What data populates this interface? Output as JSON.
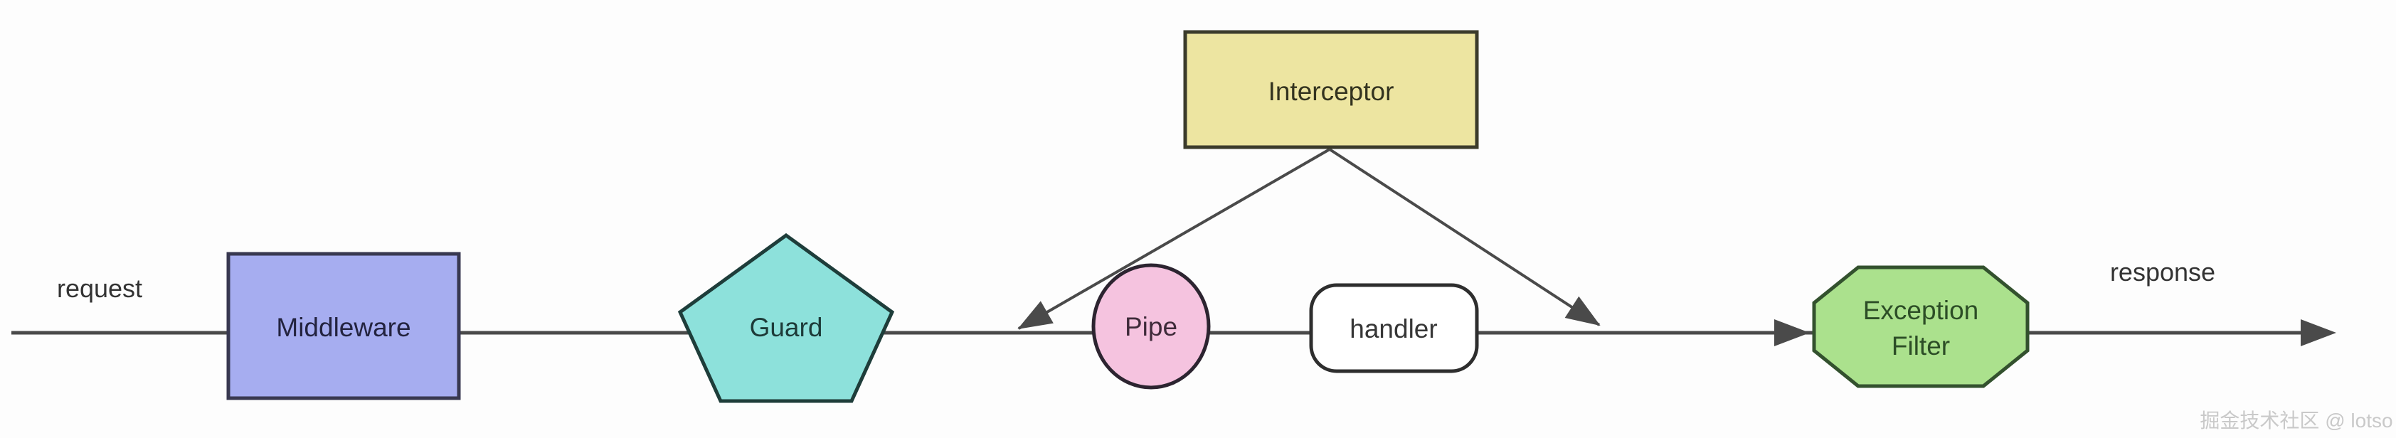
{
  "diagram": {
    "flow": {
      "request_label": "request",
      "response_label": "response"
    },
    "nodes": {
      "middleware": {
        "label": "Middleware",
        "fill": "#a6adf0"
      },
      "guard": {
        "label": "Guard",
        "fill": "#8de1db"
      },
      "interceptor": {
        "label": "Interceptor",
        "fill": "#ede5a1"
      },
      "pipe": {
        "label": "Pipe",
        "fill": "#f5c3df"
      },
      "handler": {
        "label": "handler",
        "fill": "#ffffff"
      },
      "exception_filter": {
        "label": "Exception Filter",
        "label_lines": [
          "Exception",
          "Filter"
        ],
        "fill": "#abe18d"
      }
    },
    "colors": {
      "line": "#4a4a4a"
    },
    "watermark": "掘金技术社区 @ lotso"
  }
}
